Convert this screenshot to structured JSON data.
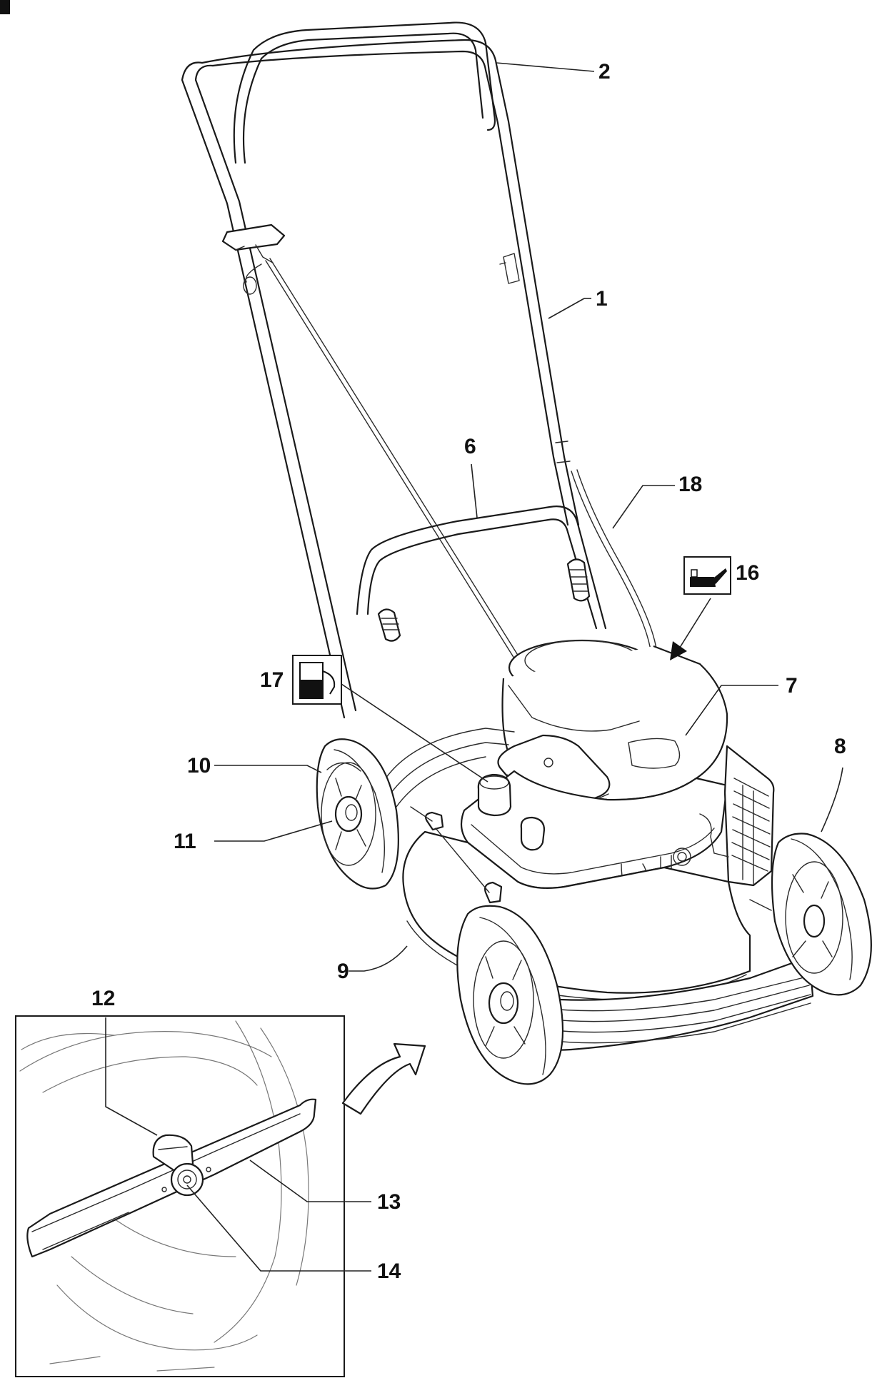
{
  "callouts": [
    {
      "id": "1",
      "label": "1"
    },
    {
      "id": "2",
      "label": "2"
    },
    {
      "id": "6",
      "label": "6"
    },
    {
      "id": "7",
      "label": "7"
    },
    {
      "id": "8",
      "label": "8"
    },
    {
      "id": "9",
      "label": "9"
    },
    {
      "id": "10",
      "label": "10"
    },
    {
      "id": "11",
      "label": "11"
    },
    {
      "id": "12",
      "label": "12"
    },
    {
      "id": "13",
      "label": "13"
    },
    {
      "id": "14",
      "label": "14"
    },
    {
      "id": "16",
      "label": "16"
    },
    {
      "id": "17",
      "label": "17"
    },
    {
      "id": "18",
      "label": "18"
    }
  ],
  "icons": {
    "oil": "oil-can-icon",
    "fuel": "fuel-pump-icon"
  }
}
